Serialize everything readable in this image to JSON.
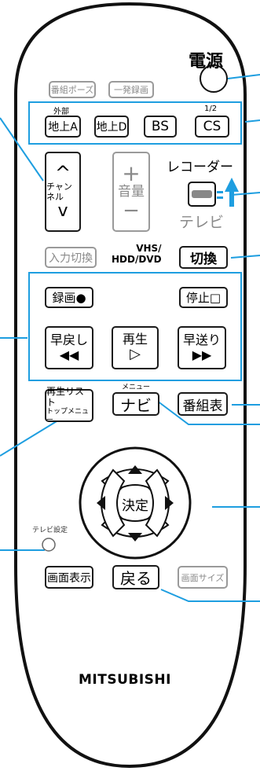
{
  "power": {
    "label": "電源"
  },
  "top_row": {
    "bangumi_pause": "番組ポーズ",
    "one_touch_rec": "一発録画"
  },
  "tuner": {
    "gaibu": "外部",
    "half": "1/2",
    "chijo_a": "地上A",
    "chijo_d": "地上D",
    "bs": "BS",
    "cs": "CS"
  },
  "channel": {
    "label": "チャンネル",
    "up": "^",
    "down": "v"
  },
  "volume": {
    "label": "音量",
    "plus": "+",
    "minus": "−"
  },
  "switch": {
    "recorder": "レコーダー",
    "tv": "テレビ"
  },
  "input_switch": "入力切換",
  "vhs": {
    "line1": "VHS/",
    "line2": "HDD/DVD",
    "kirikae": "切換"
  },
  "transport": {
    "record": "録画●",
    "stop": "停止□",
    "rewind": "早戻し",
    "rewind_sym": "◀◀",
    "play": "再生",
    "play_sym": "▷",
    "ff": "早送り",
    "ff_sym": "▶▶"
  },
  "playlist": {
    "line1": "再生リスト",
    "line2": "トップメニュー"
  },
  "menu_small": "メニュー",
  "navi": "ナビ",
  "epg": "番組表",
  "ok": "決定",
  "tv_setting": "テレビ設定",
  "display": "画面表示",
  "back": "戻る",
  "screen_size": "画面サイズ",
  "brand": "MITSUBISHI"
}
